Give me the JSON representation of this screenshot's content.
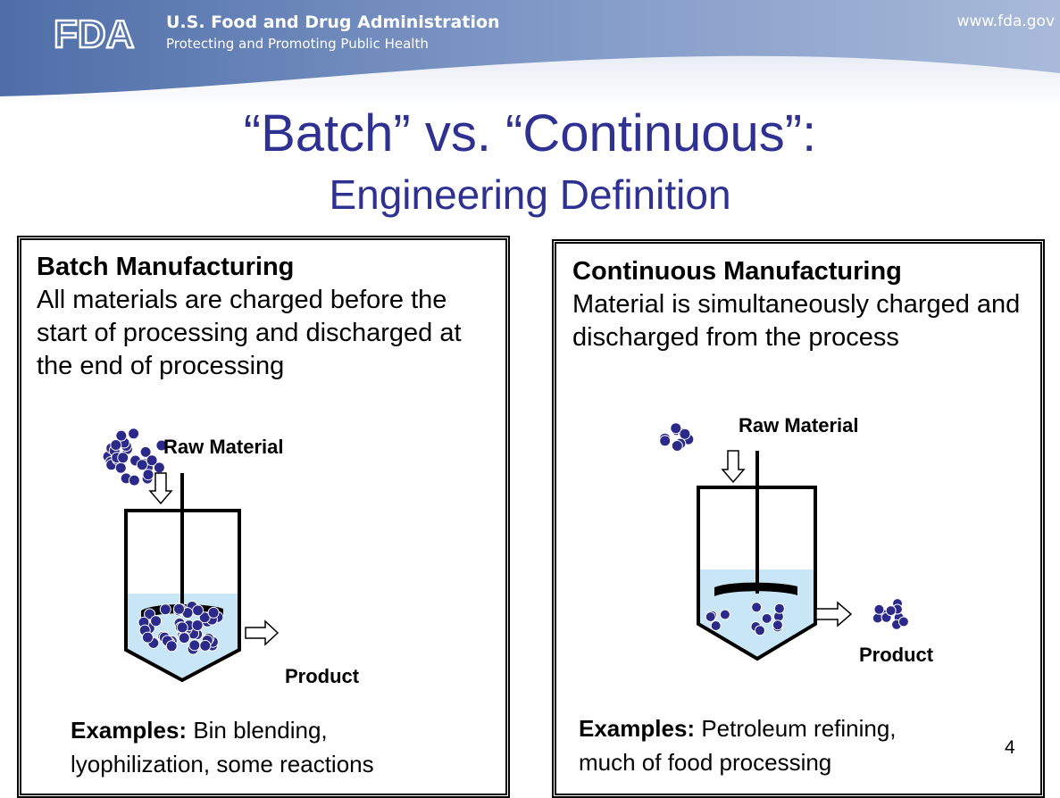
{
  "header": {
    "logo": "FDA",
    "agency_name": "U.S. Food and Drug Administration",
    "tagline": "Protecting and Promoting Public Health",
    "url": "www.fda.gov"
  },
  "slide": {
    "title_line1": "“Batch” vs. “Continuous”:",
    "title_line2": "Engineering Definition",
    "page_number": "4"
  },
  "batch": {
    "heading": "Batch Manufacturing",
    "description": "All materials are charged before the start of processing and discharged at the end of processing",
    "raw_label": "Raw Material",
    "product_label": "Product",
    "examples_label": "Examples:",
    "examples_line1": "Bin blending,",
    "examples_line2": "lyophilization, some reactions"
  },
  "continuous": {
    "heading": "Continuous Manufacturing",
    "description": "Material is simultaneously charged and discharged from the process",
    "raw_label": "Raw Material",
    "product_label": "Product",
    "examples_label": "Examples:",
    "examples_line1": "Petroleum refining,",
    "examples_line2": "much of food processing"
  },
  "colors": {
    "title": "#2e3192",
    "banner": "#7f98c6",
    "particle": "#2b2a8a",
    "liquid": "#c9e6f7"
  }
}
